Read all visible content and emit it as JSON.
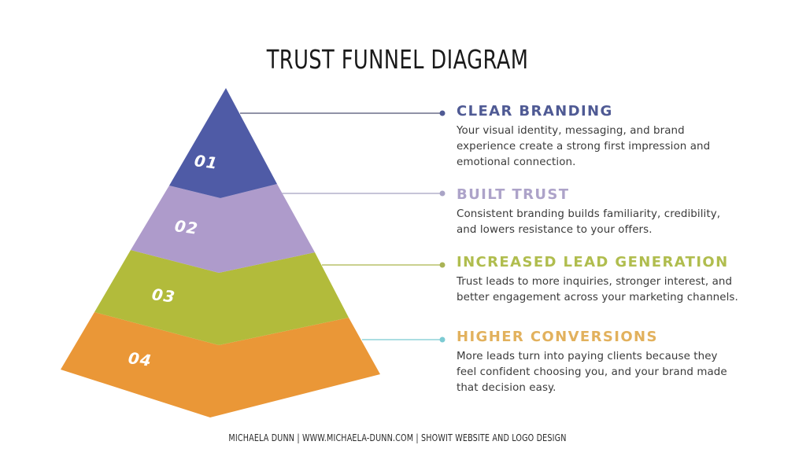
{
  "title": "TRUST FUNNEL DIAGRAM",
  "colors": {
    "step1": "#4f5ba6",
    "step2": "#ae9bcb",
    "step3": "#b2bb3b",
    "step4": "#ea9737",
    "heading1": "#4f5a94",
    "heading2": "#ada3c9",
    "heading3": "#b0bd4e",
    "heading4": "#e2b15d",
    "connector1": "#6c6f8a",
    "connector2": "#b4b0cc",
    "connector3": "#b9c26a",
    "connector4": "#8fd3d9"
  },
  "steps": [
    {
      "number": "01",
      "heading": "CLEAR BRANDING",
      "description": "Your visual identity, messaging, and brand experience create a strong first impression and emotional connection."
    },
    {
      "number": "02",
      "heading": "BUILT TRUST",
      "description": "Consistent branding builds familiarity, credibility, and lowers resistance to your offers."
    },
    {
      "number": "03",
      "heading": "INCREASED LEAD GENERATION",
      "description": "Trust leads to more inquiries, stronger interest, and better engagement across your marketing channels."
    },
    {
      "number": "04",
      "heading": "HIGHER CONVERSIONS",
      "description": "More leads turn into paying clients because they feel confident choosing you, and your brand made that decision easy."
    }
  ],
  "footer": "MICHAELA DUNN | WWW.MICHAELA-DUNN.COM | SHOWIT WEBSITE AND LOGO DESIGN"
}
